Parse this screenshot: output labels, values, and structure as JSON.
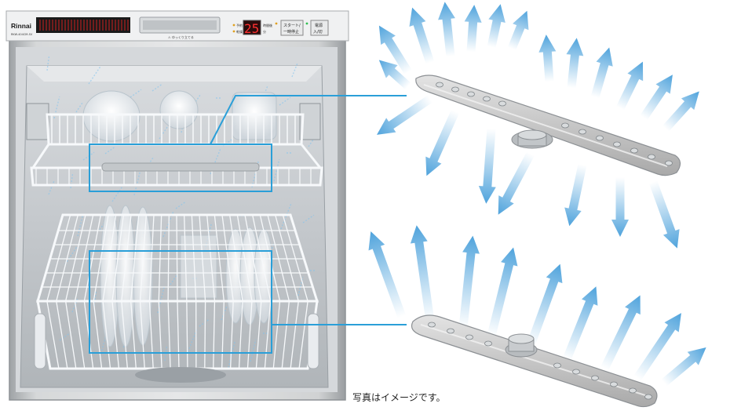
{
  "panel": {
    "brand": "Rinnai",
    "model": "RKW-404CM-SV",
    "handle_note": "⚠ ゆっくり立てる",
    "indicator_1": "予約",
    "indicator_2": "乾燥",
    "timer_digits": "25",
    "timer_unit_1": "時間後",
    "timer_unit_2": "分",
    "start_button": [
      "スタート/",
      "一時停止"
    ],
    "power_button": [
      "電源",
      "入/切"
    ]
  },
  "caption": "写真はイメージです。",
  "colors": {
    "arrow_light": "#e8f4fd",
    "arrow_dark": "#5aa9de",
    "callout": "#2a9fd8",
    "arm": "#c9c9c9",
    "cabinet": "#bcbcbc"
  }
}
